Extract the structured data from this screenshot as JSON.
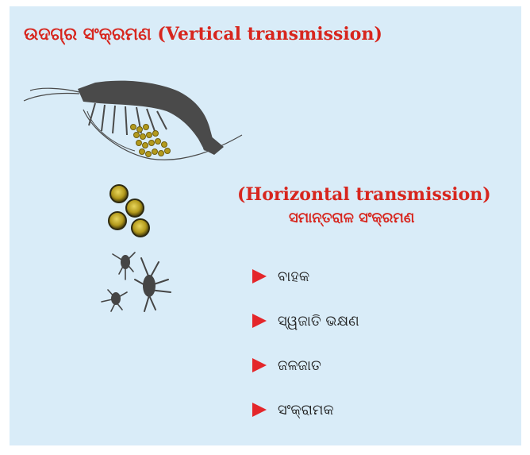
{
  "vertical": {
    "title_odia": "ଉଦଗ୍ର ସଂକ୍ରମଣ",
    "title_en": "(Vertical transmission)"
  },
  "horizontal": {
    "title_en": "(Horizontal transmission)",
    "title_odia": "ସମାନ୍ତରାଳ ସଂକ୍ରମଣ"
  },
  "routes": [
    {
      "label": "ବାହକ"
    },
    {
      "label": "ସ୍ୱଜାତି ଭକ୍ଷଣ"
    },
    {
      "label": "ଜଳଜାତ"
    },
    {
      "label": "ସଂକ୍ରାମକ"
    }
  ],
  "colors": {
    "panel_bg": "#d9ecf8",
    "title_red": "#d7261e",
    "arrow_red": "#e4262a",
    "shrimp": "#4a4a4a",
    "egg": "#b39a1c"
  },
  "icons": {
    "shrimp": "shrimp-icon",
    "eggs": "egg-cluster-icon",
    "larvae": "larva-icon",
    "arrow": "play-arrow-icon"
  }
}
